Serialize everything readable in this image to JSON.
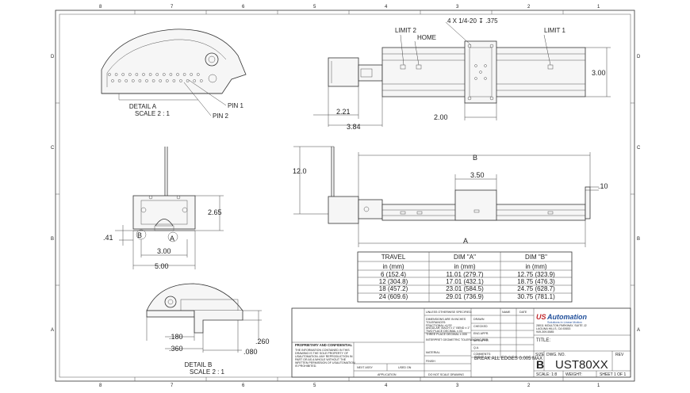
{
  "zones": {
    "columns": [
      "8",
      "7",
      "6",
      "5",
      "4",
      "3",
      "2",
      "1"
    ],
    "rows": [
      "D",
      "C",
      "B",
      "A"
    ]
  },
  "detail_a": {
    "title": "DETAIL A",
    "scale": "SCALE 2 : 1",
    "pin1": "PIN 1",
    "pin2": "PIN 2"
  },
  "detail_b": {
    "title": "DETAIL B",
    "scale": "SCALE 2 : 1",
    "dim_180": ".180",
    "dim_360": ".360",
    "dim_080": ".080",
    "dim_260": ".260"
  },
  "top_view": {
    "limit2": "LIMIT 2",
    "home": "HOME",
    "limit1": "LIMIT 1",
    "holes": "4 X 1/4-20 ↧ .375",
    "dim_300": "3.00",
    "dim_221": "2.21",
    "dim_384": "3.84",
    "dim_200": "2.00"
  },
  "end_view": {
    "dim_120": "12.0",
    "dim_265": "2.65",
    "dim_041": ".41",
    "dim_300": "3.00",
    "dim_500": "5.00",
    "label_b": "B",
    "label_a": "A"
  },
  "side_view": {
    "dim_b": "B",
    "dim_350": "3.50",
    "dim_010": ".10",
    "dim_a": "A"
  },
  "table": {
    "headers": [
      "TRAVEL",
      "DIM \"A\"",
      "DIM \"B\""
    ],
    "units": [
      "in (mm)",
      "in (mm)",
      "in (mm)"
    ],
    "rows": [
      [
        "6 (152.4)",
        "11.01 (279.7)",
        "12.75 (323.9)"
      ],
      [
        "12 (304.8)",
        "17.01 (432.1)",
        "18.75 (476.3)"
      ],
      [
        "18 (457.2)",
        "23.01 (584.5)",
        "24.75 (628.7)"
      ],
      [
        "24 (609.6)",
        "29.01 (736.9)",
        "30.75 (781.1)"
      ]
    ]
  },
  "title_block": {
    "unless": "UNLESS OTHERWISE SPECIFIED:",
    "name": "NAME",
    "date": "DATE",
    "dims_in": "DIMENSIONS ARE IN INCHES",
    "tolerances": "TOLERANCES:",
    "fractional": "FRACTIONAL ±1/32",
    "angular": "ANGULAR: MACH ± 1° BEND ± 1°",
    "two_place": "TWO PLACE DECIMAL ±.03",
    "three_place": "THREE PLACE DECIMAL ±.005",
    "drawn": "DRAWN",
    "checked": "CHECKED",
    "eng_appr": "ENG APPR.",
    "mfg_appr": "MFG APPR.",
    "qa": "Q.A.",
    "comments": "COMMENTS:",
    "break_edges": "BREAK ALL EDGES 0.005 MAX",
    "interpret": "INTERPRET GEOMETRIC TOLERANCING PER:",
    "material": "MATERIAL",
    "finish": "FINISH",
    "next_assy": "NEXT ASSY",
    "used_on": "USED ON",
    "application": "APPLICATION",
    "do_not_scale": "DO NOT SCALE DRAWING",
    "proprietary": "PROPRIETARY AND CONFIDENTIAL",
    "prop_text": [
      "THE INFORMATION CONTAINED IN THIS",
      "DRAWING IS THE SOLE PROPERTY OF",
      "USAUTOMATION. ANY REPRODUCTION IN",
      "PART OR AS A WHOLE WITHOUT THE",
      "WRITTEN PERMISSION OF USAUTOMATION",
      "IS PROHIBITED."
    ],
    "company_us": "US",
    "company_rest": "Automation",
    "tagline": "Solutions in Linear Motion",
    "address": [
      "28011 MOULTON PARKWAY, SUITE J2",
      "LAGUNA HILLS, CA 92653",
      "949-309-5585"
    ],
    "title_label": "TITLE:",
    "size_label": "SIZE",
    "size": "B",
    "dwg_label": "DWG. NO.",
    "dwg_no": "UST80XX",
    "rev": "REV",
    "scale": "SCALE: 1:8",
    "weight": "WEIGHT:",
    "sheet": "SHEET 1 OF 1"
  }
}
